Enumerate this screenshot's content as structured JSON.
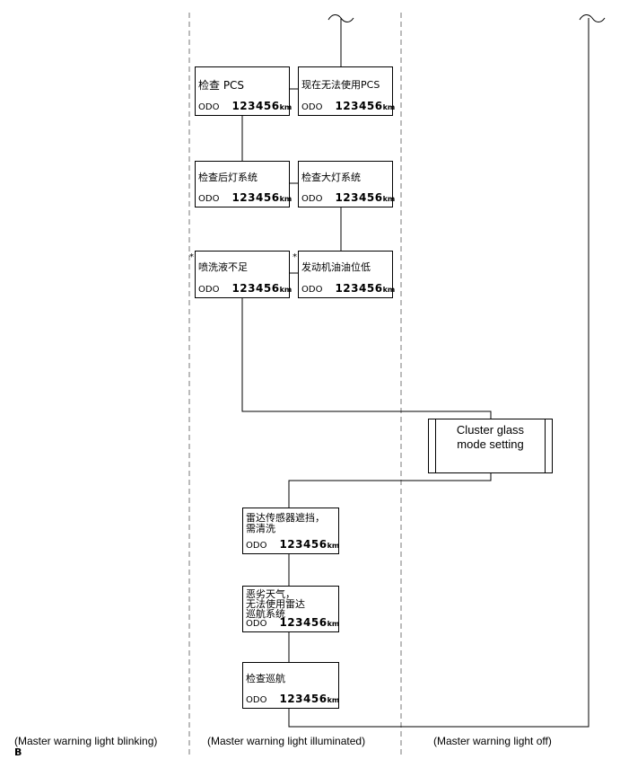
{
  "odo": {
    "label": "ODO",
    "value": "123456",
    "unit": "km"
  },
  "messages": {
    "check_pcs": "检查 PCS",
    "pcs_unavailable": "现在无法使用PCS",
    "check_rear_lights": "检查后灯系统",
    "check_headlights": "检查大灯系统",
    "washer_fluid_low": "喷洗液不足",
    "engine_oil_low": "发动机油油位低",
    "radar_sensor_blocked": "雷达传感器遮挡，\n需清洗",
    "bad_weather": "恶劣天气，\n无法使用雷达\n巡航系统",
    "check_cruise": "检查巡航"
  },
  "star": "*",
  "cluster": {
    "text": "Cluster glass\nmode setting"
  },
  "captions": {
    "blinking": "(Master warning light blinking)",
    "illuminated": "(Master warning light illuminated)",
    "off": "(Master warning light off)"
  },
  "corner_mark": "B"
}
